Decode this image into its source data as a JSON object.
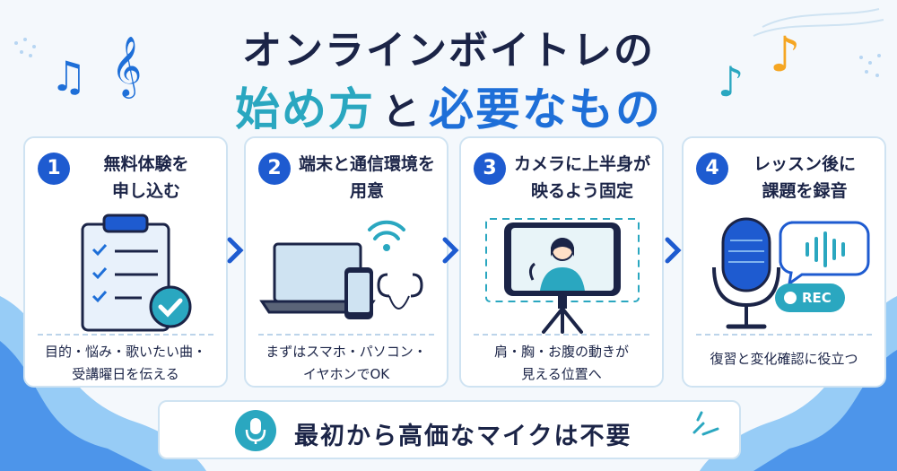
{
  "title": {
    "line1": "オンラインボイトレの",
    "part_a": "始め方",
    "part_b": "と",
    "part_c": "必要なもの"
  },
  "steps": [
    {
      "number": "1",
      "title_line1": "無料体験を",
      "title_line2": "申し込む",
      "desc_line1": "目的・悩み・歌いたい曲・",
      "desc_line2": "受講曜日を伝える",
      "icon": "clipboard-check-icon"
    },
    {
      "number": "2",
      "title_line1": "端末と通信環境を",
      "title_line2": "用意",
      "desc_line1": "まずはスマホ・パソコン・",
      "desc_line2": "イヤホンでOK",
      "icon": "devices-icon"
    },
    {
      "number": "3",
      "title_line1": "カメラに上半身が",
      "title_line2": "映るよう固定",
      "desc_line1": "肩・胸・お腹の動きが",
      "desc_line2": "見える位置へ",
      "icon": "phone-camera-icon"
    },
    {
      "number": "4",
      "title_line1": "レッスン後に",
      "title_line2": "課題を録音",
      "desc_line1": "復習と変化確認に役立つ",
      "desc_line2": "",
      "icon": "microphone-icon"
    }
  ],
  "rec_label": "REC",
  "bottom_note": "最初から高価なマイクは不要",
  "colors": {
    "navy": "#1b2447",
    "teal": "#2aa7c0",
    "blue": "#1e6fd8",
    "step_number_bg": "#1e5bd0",
    "note_orange": "#f5a623"
  }
}
